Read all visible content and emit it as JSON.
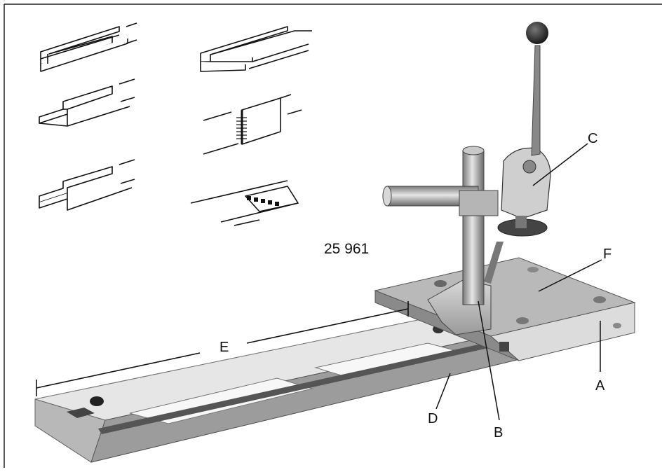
{
  "figure": {
    "code": "25 961",
    "callouts": {
      "a": "A",
      "b": "B",
      "c": "C",
      "d": "D",
      "e": "E",
      "f": "F"
    }
  }
}
